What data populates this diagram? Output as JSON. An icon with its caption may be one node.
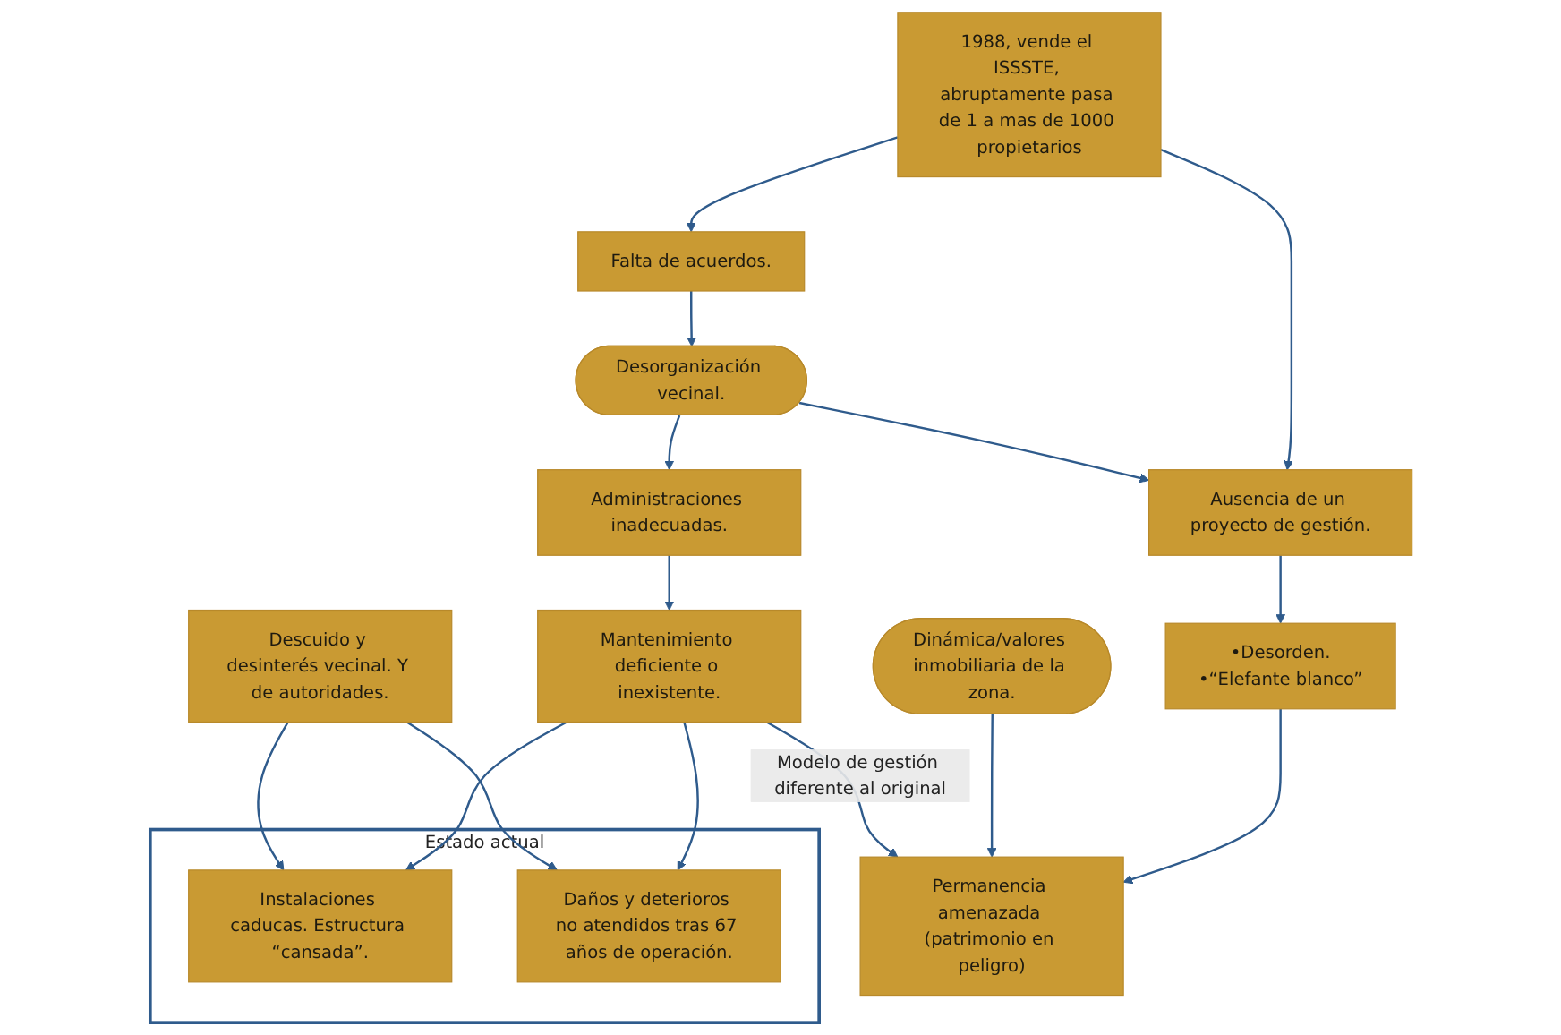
{
  "diagram": {
    "nodes": [
      {
        "text": [
          "1988, vende el ISSSTE, abruptamente pasa de 1 a mas de 1000 propietarios"
        ]
      },
      {
        "text": [
          "Falta de acuerdos."
        ]
      },
      {
        "text": [
          "Desorganización vecinal."
        ]
      },
      {
        "text": [
          "Administraciones inadecuadas."
        ]
      },
      {
        "text": [
          "Mantenimiento deficiente o inexistente."
        ]
      },
      {
        "text": [
          "Descuido y desinterés vecinal. Y de autoridades."
        ]
      },
      {
        "text": [
          "Estado actual"
        ]
      },
      {
        "text": [
          "Instalaciones caducas. Estructura “cansada”."
        ],
        "in": 6
      },
      {
        "text": [
          "Daños y deterioros no atendidos tras 67 años de operación."
        ],
        "in": 6
      },
      {
        "text": [
          "Ausencia de un proyecto de gestión."
        ]
      },
      {
        "text": [
          "•Desorden.",
          "•“Elefante blanco”"
        ]
      },
      {
        "text": [
          "Permanencia amenazada (patrimonio en peligro)"
        ]
      },
      {
        "text": [
          "Dinámica/valores inmobiliaria de la zona."
        ]
      }
    ],
    "edges": [
      {
        "from": 0,
        "to": 1,
        "arrow": "to"
      },
      {
        "from": 0,
        "to": 9,
        "arrow": "to"
      },
      {
        "from": 1,
        "to": 2,
        "arrow": "to"
      },
      {
        "from": 2,
        "to": 9,
        "arrow": "to"
      },
      {
        "from": 2,
        "to": 3,
        "arrow": "to"
      },
      {
        "from": 3,
        "to": 4,
        "arrow": "to"
      },
      {
        "from": 4,
        "to": 7,
        "arrow": "to"
      },
      {
        "from": 4,
        "to": 8,
        "arrow": "to"
      },
      {
        "from": 5,
        "to": 7,
        "arrow": "to"
      },
      {
        "from": 5,
        "to": 8,
        "arrow": "to"
      },
      {
        "from": 9,
        "to": 10,
        "arrow": "to"
      },
      {
        "from": 10,
        "to": 11,
        "arrow": "to"
      },
      {
        "from": 12,
        "to": 11,
        "arrow": "to"
      },
      {
        "from": 4,
        "to": 11,
        "arrow": "to",
        "label": "Modelo de gestión diferente al original"
      }
    ]
  }
}
